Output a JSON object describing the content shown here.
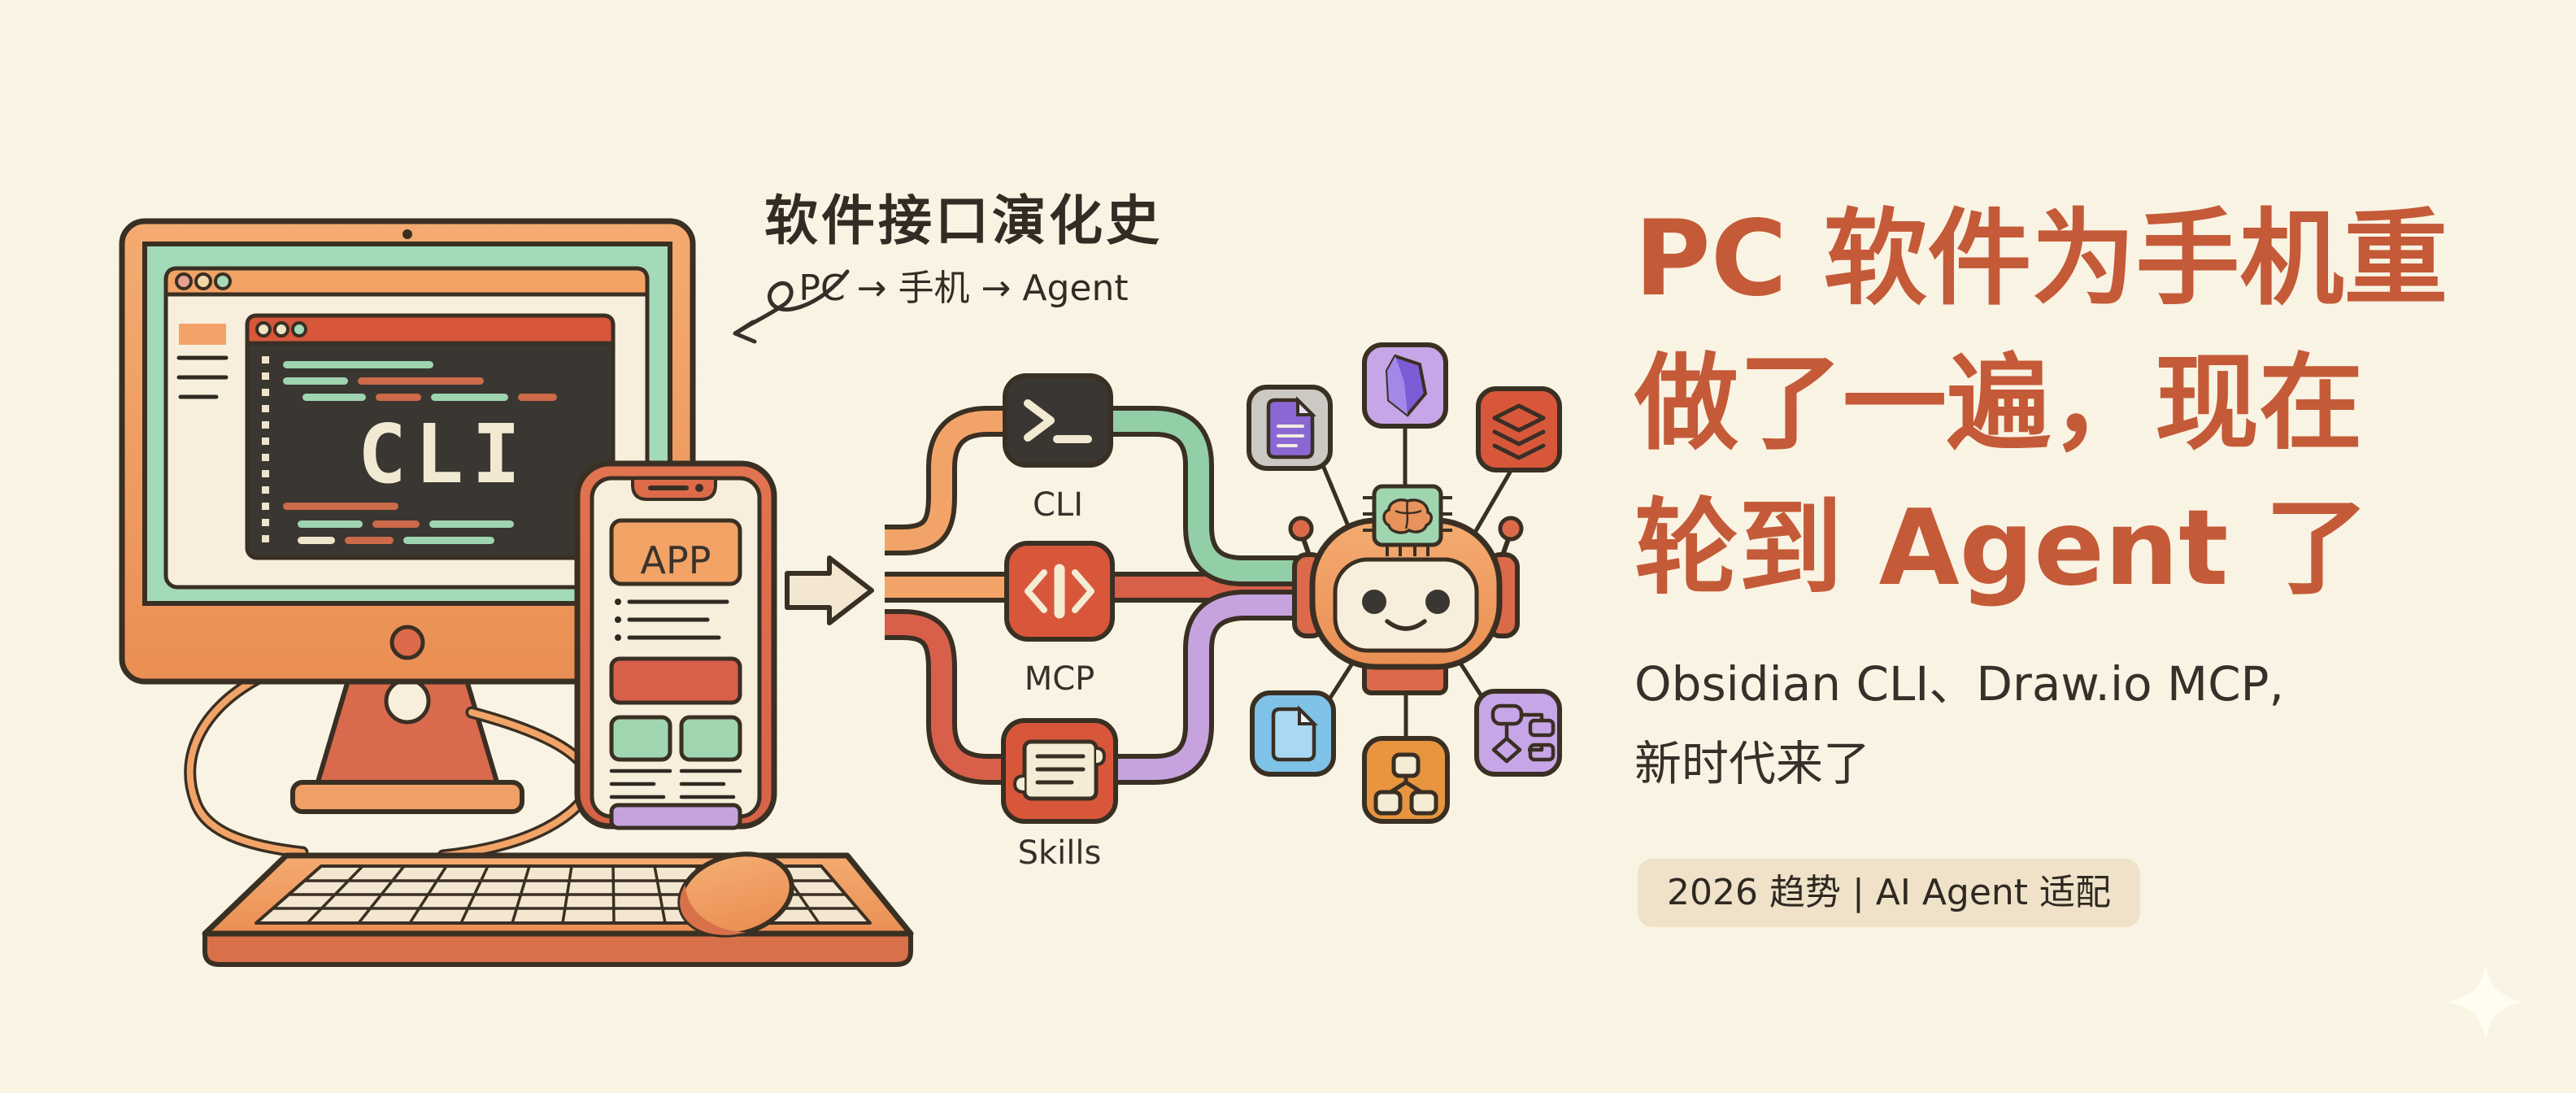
{
  "colors": {
    "background": "#f9f4e4",
    "ink_outline": "#3a2f23",
    "accent_orange": "#f2a468",
    "accent_salmon": "#dd6b4b",
    "accent_red": "#d8573b",
    "accent_mint": "#a3dab8",
    "accent_purple": "#c6a3de",
    "headline_terracotta": "#c45a38",
    "text_ink": "#37302a"
  },
  "caption": {
    "title": "软件接口演化史",
    "path": "PC → 手机 → Agent"
  },
  "monitor": {
    "terminal_text": "CLI"
  },
  "phone": {
    "app_label": "APP"
  },
  "flow": {
    "cli_label": "CLI",
    "mcp_label": "MCP",
    "skills_label": "Skills"
  },
  "headline": {
    "line1": "PC 软件为手机重",
    "line2": "做了一遍，现在",
    "line3": "轮到 Agent 了"
  },
  "subheadline": {
    "line1": "Obsidian CLI、Draw.io MCP,",
    "line2": "新时代来了"
  },
  "badge": {
    "label": "2026 趋势 | AI Agent 适配"
  }
}
